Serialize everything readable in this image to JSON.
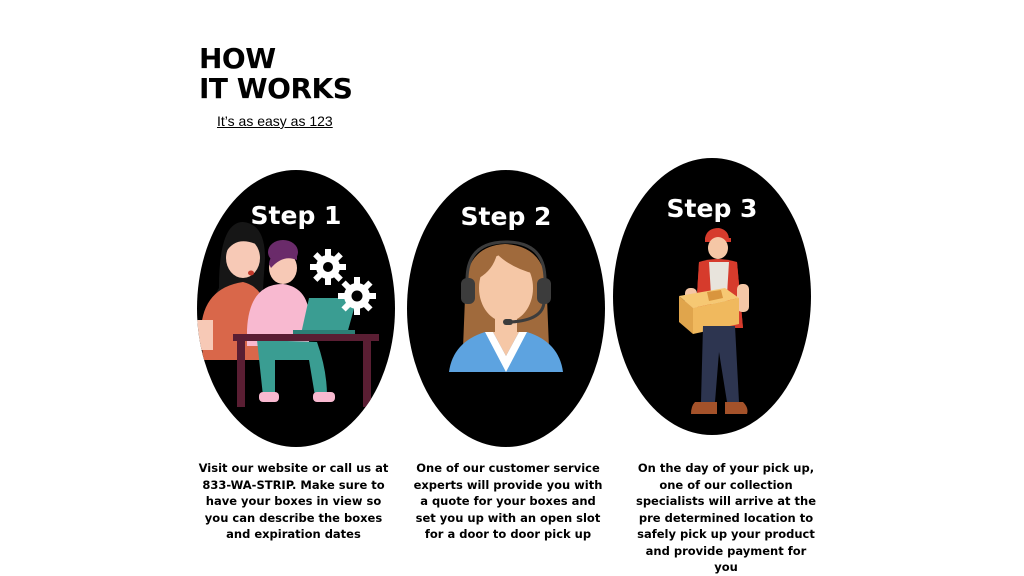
{
  "header": {
    "title_line1": "HOW",
    "title_line2": "IT WORKS",
    "subtitle": "It’s as easy as 123"
  },
  "steps": [
    {
      "label": "Step 1",
      "description": "Visit our website or call us at 833-WA-STRIP. Make sure to have your boxes in view so you can describe the boxes and expiration dates"
    },
    {
      "label": "Step 2",
      "description": "One of our customer service experts will provide you with a quote for your boxes and set you up with an open slot for a door to door pick up"
    },
    {
      "label": "Step 3",
      "description": "On the day of your pick up, one of our collection specialists will arrive at the pre determined location to safely pick up your product and provide payment for you"
    }
  ],
  "colors": {
    "background": "#ffffff",
    "oval": "#000000",
    "text": "#000000",
    "step_label": "#ffffff"
  }
}
